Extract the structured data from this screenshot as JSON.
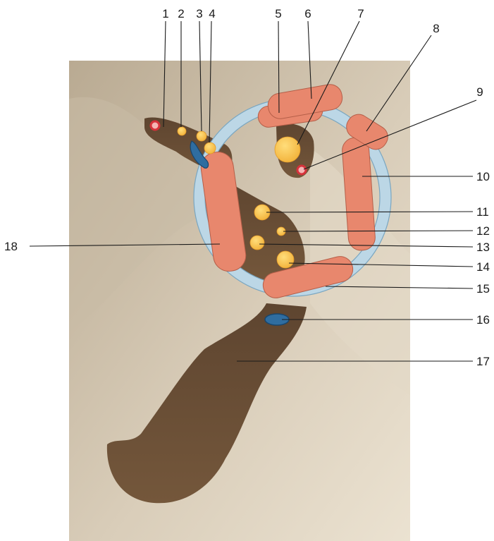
{
  "labels": [
    "1",
    "2",
    "3",
    "4",
    "5",
    "6",
    "7",
    "8",
    "9",
    "10",
    "11",
    "12",
    "13",
    "14",
    "15",
    "16",
    "17",
    "18"
  ],
  "colors": {
    "background_tissue": "#cfc2ad",
    "mesentery": "#6b4e34",
    "muscle": "#e8876d",
    "fascia": "#bcd7e6",
    "nerve": "#f7c14b",
    "vein": "#2f6da0",
    "artery": "#d6323b"
  }
}
